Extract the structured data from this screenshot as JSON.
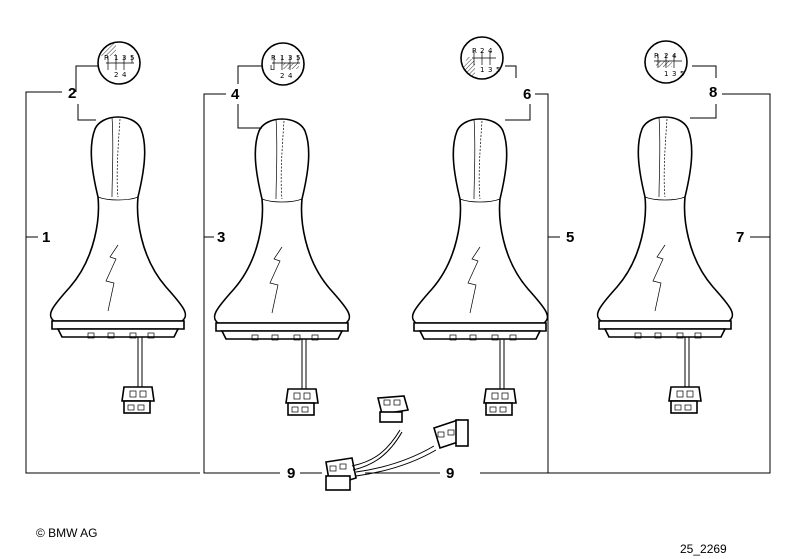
{
  "callouts": {
    "c1": "1",
    "c2": "2",
    "c3": "3",
    "c4": "4",
    "c5": "5",
    "c6": "6",
    "c7": "7",
    "c8": "8",
    "c9a": "9",
    "c9b": "9"
  },
  "shift_patterns": {
    "p2": {
      "top": [
        "R",
        "1",
        "3",
        "5"
      ],
      "bottom": [
        "2",
        "4"
      ]
    },
    "p4": {
      "top": [
        "R",
        "1",
        "3",
        "5"
      ],
      "left": "L",
      "bottom": [
        "2",
        "4"
      ]
    },
    "p6": {
      "top": [
        "R",
        "2",
        "4"
      ],
      "bottom": [
        "1",
        "3",
        "5"
      ]
    },
    "p8": {
      "top": [
        "R",
        "2",
        "4"
      ],
      "bottom": [
        "1",
        "3",
        "5"
      ]
    }
  },
  "footer": {
    "copyright": "© BMW AG",
    "drawing_number": "25_2269"
  }
}
